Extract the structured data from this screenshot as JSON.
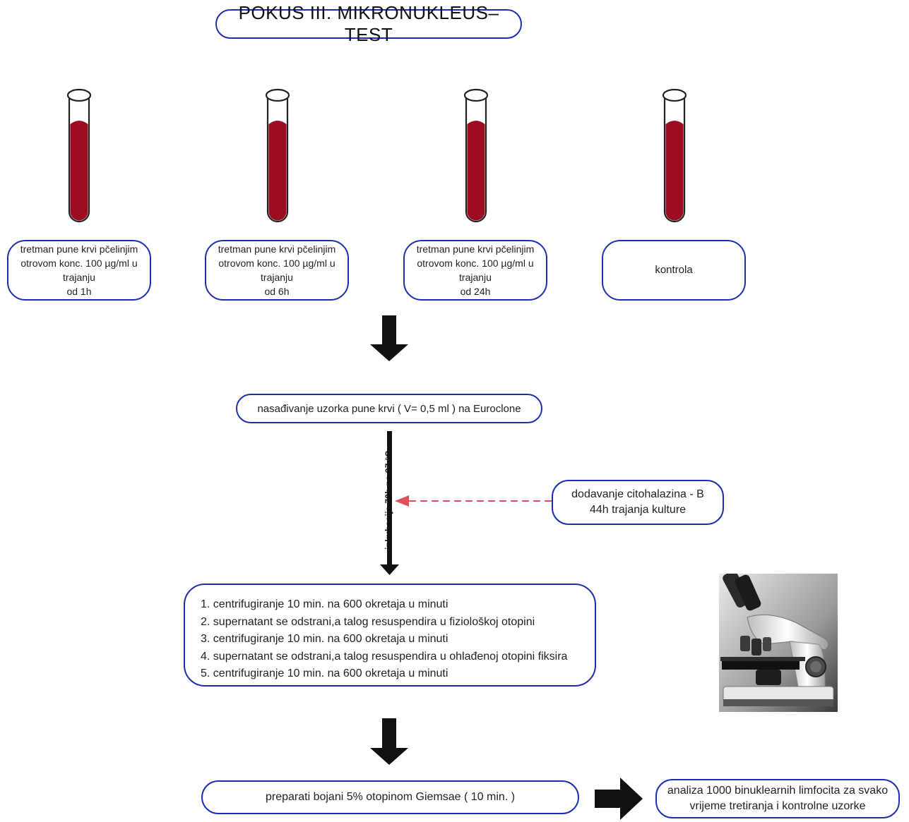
{
  "title": "POKUS III.  MIKRONUKLEUS–TEST",
  "tubes": [
    {
      "label_lines": [
        "tretman  pune krvi pčelinjim",
        "otrovom konc. 100 µg/ml u trajanju",
        "od 1h"
      ]
    },
    {
      "label_lines": [
        "tretman  pune krvi pčelinjim",
        "otrovom konc. 100 µg/ml u trajanju",
        "od 6h"
      ]
    },
    {
      "label_lines": [
        "tretman  pune krvi pčelinjim",
        "otrovom konc. 100 µg/ml u trajanju",
        "od 24h"
      ]
    },
    {
      "label_lines": [
        "kontrola"
      ]
    }
  ],
  "inoculation": "nasađivanje uzorka pune krvi ( V= 0,5 ml ) na Euroclone",
  "incubation": "inkubacija 72h na 37 °C",
  "cytochalasin": {
    "line1": "dodavanje  citohalazina - B",
    "line2": "44h trajanja kulture"
  },
  "steps": [
    "1. centrifugiranje 10 min. na 600 okretaja u minuti",
    "2. supernatant se odstrani,a talog resuspendira u fiziološkoj otopini",
    "3. centrifugiranje 10 min. na 600 okretaja u minuti",
    "4. supernatant se odstrani,a talog resuspendira u ohlađenoj otopini fiksira",
    "5. centrifugiranje 10 min. na 600 okretaja u minuti"
  ],
  "staining": "preparati bojani 5% otopinom Giemsae ( 10 min. )",
  "analysis": {
    "line1": "analiza 1000 binuklearnih limfocita za svako",
    "line2": "vrijeme tretiranja i kontrolne uzorke"
  },
  "colors": {
    "box_border": "#1c2fb0",
    "blood": "#9c0d22",
    "arrow": "#111111",
    "dashed_arrow": "#e0505a"
  }
}
